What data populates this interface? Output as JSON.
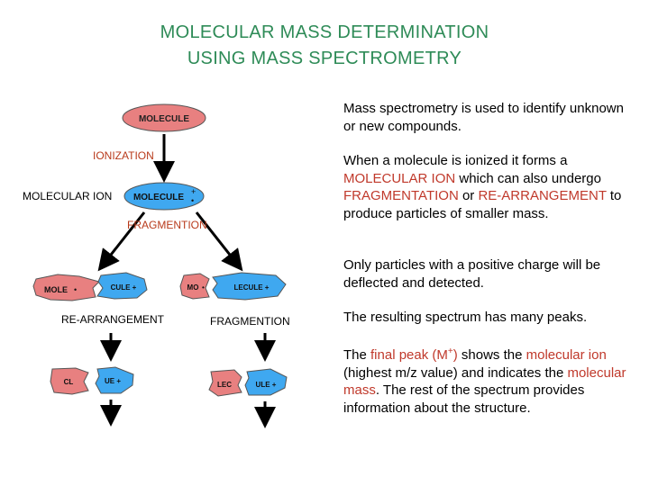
{
  "title": {
    "line1": "MOLECULAR MASS DETERMINATION",
    "line2": "USING MASS SPECTROMETRY"
  },
  "diagram": {
    "molecule": "MOLECULE",
    "ionization_label": "IONIZATION",
    "molecular_ion_label": "MOLECULAR ION",
    "ion_molecule": "MOLECULE",
    "ion_charge": "+",
    "ion_dot": "•",
    "fragmention_label": "FRAGMENTION",
    "frag_left_a": "MOLE",
    "frag_left_b": "CULE +",
    "frag_right_a": "MO",
    "frag_right_b": "LECULE  +",
    "rearrangement_label": "RE-ARRANGEMENT",
    "fragmention_label_2": "FRAGMENTION",
    "bottom_left_a": "CL",
    "bottom_left_b": "UE +",
    "bottom_right_a": "LEC",
    "bottom_right_b": "ULE +"
  },
  "paragraphs": {
    "p1": "Mass spectrometry is used to identify unknown or new compounds.",
    "p2_a": "When a molecule is ionized it forms a ",
    "p2_b": "MOLECULAR ION",
    "p2_c": " which can also undergo ",
    "p2_d": "FRAGMENTATION",
    "p2_e": " or ",
    "p2_f": "RE-ARRANGEMENT",
    "p2_g": " to produce particles of smaller mass.",
    "p3": "Only particles with a positive charge will be deflected and detected.",
    "p4": "The resulting spectrum has many peaks.",
    "p5_a": "The ",
    "p5_b": "final peak (M",
    "p5_sup": "+",
    "p5_c": ")",
    "p5_d": " shows the ",
    "p5_e": "molecular ion",
    "p5_f": " (highest m/z value) and indicates the ",
    "p5_g": "molecular mass",
    "p5_h": ". The rest of the spectrum provides information about the structure."
  },
  "colors": {
    "title": "#2e8b57",
    "highlight": "#c0392b",
    "blob_red": "#e88080",
    "blob_blue": "#3fa8f0"
  }
}
